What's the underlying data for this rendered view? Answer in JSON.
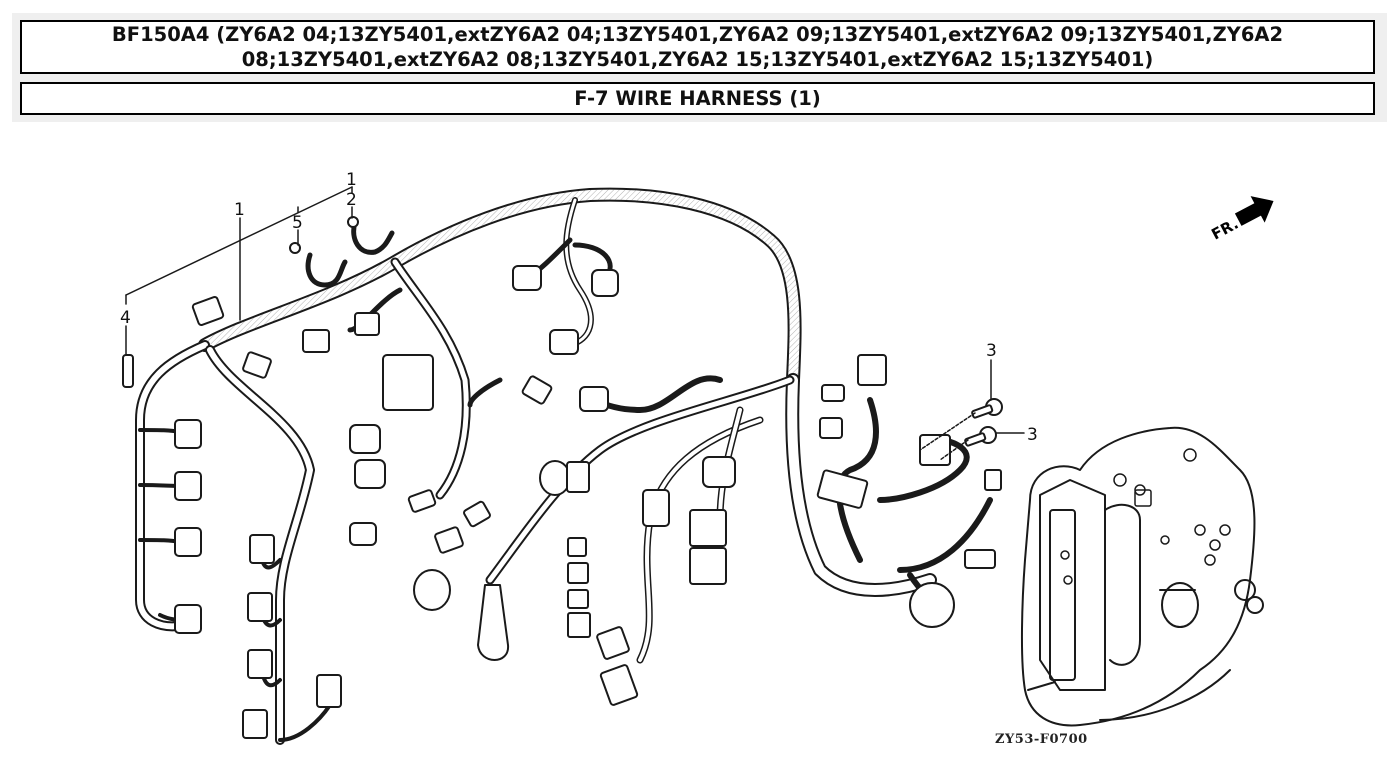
{
  "header": {
    "model_title": "BF150A4 (ZY6A2 04;13ZY5401,extZY6A2 04;13ZY5401,ZY6A2 09;13ZY5401,extZY6A2 09;13ZY5401,ZY6A2 08;13ZY5401,extZY6A2 08;13ZY5401,ZY6A2 15;13ZY5401,extZY6A2 15;13ZY5401)",
    "section_title": "F-7 WIRE HARNESS (1)"
  },
  "diagram": {
    "callouts": [
      {
        "id": "1",
        "label": "1"
      },
      {
        "id": "2",
        "label": "2"
      },
      {
        "id": "3a",
        "label": "3"
      },
      {
        "id": "3b",
        "label": "3"
      },
      {
        "id": "4",
        "label": "4"
      },
      {
        "id": "5",
        "label": "5"
      },
      {
        "id": "group",
        "label": "1"
      }
    ],
    "direction_label": "FR.",
    "direction_icon": "front-arrow-icon",
    "drawing_code": "ZY53-F0700"
  },
  "colors": {
    "panel_bg": "#efefef",
    "border": "#000000",
    "text": "#111111",
    "line": "#1a1a1a"
  }
}
